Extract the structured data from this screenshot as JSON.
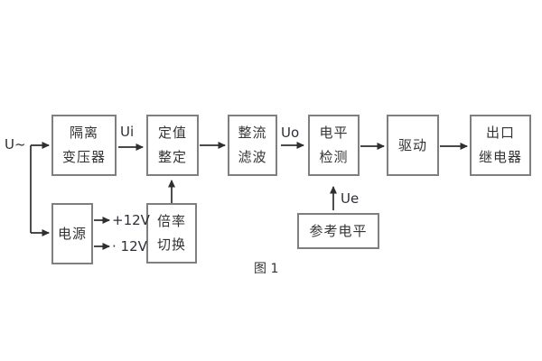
{
  "figure": {
    "caption": "图 1",
    "colors": {
      "background": "#ffffff",
      "box_border": "#7f7f7f",
      "connector_line": "#2f2f2f",
      "text": "#333333"
    },
    "input": {
      "label": "U~"
    },
    "signals": {
      "ui": "Ui",
      "uo": "Uo",
      "ue": "Ue",
      "plus_12v": "+12V",
      "minus_12v": "· 12V"
    },
    "blocks": {
      "isolation_transformer": {
        "line1": "隔离",
        "line2": "变压器"
      },
      "setting_adjust": {
        "line1": "定值",
        "line2": "整定"
      },
      "rectifier_filter": {
        "line1": "整流",
        "line2": "滤波"
      },
      "level_detector": {
        "line1": "电平",
        "line2": "检测"
      },
      "driver": {
        "line1": "驱动"
      },
      "output_relay": {
        "line1": "出口",
        "line2": "继电器"
      },
      "power_supply": {
        "line1": "电源"
      },
      "ratio_switch": {
        "line1": "倍率",
        "line2": "切换"
      },
      "reference_level": {
        "line1": "参考电平"
      }
    }
  }
}
